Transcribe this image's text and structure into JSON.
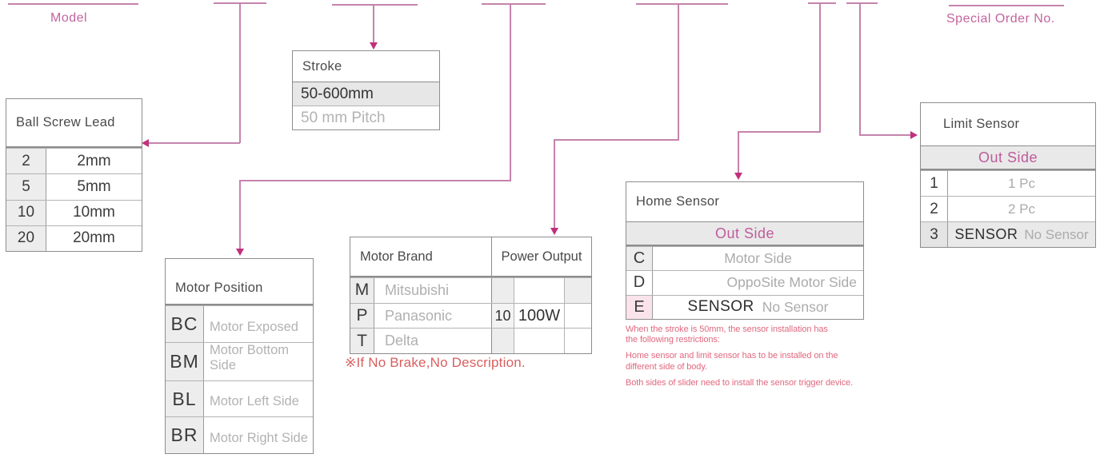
{
  "colors": {
    "accent_pink": "#c4649e",
    "line_pink": "#c583ac",
    "arrow_pink": "#c2307d",
    "note_red": "#d85f5f",
    "note_pink": "#e0687f",
    "shaded_cell": "#ededed",
    "pink_cell": "#fbe3ec"
  },
  "model_label": "Model",
  "special_order_label": "Special Order No.",
  "ball_screw_lead": {
    "title": "Ball Screw Lead",
    "rows": [
      {
        "code": "2",
        "value": "2mm"
      },
      {
        "code": "5",
        "value": "5mm"
      },
      {
        "code": "10",
        "value": "10mm"
      },
      {
        "code": "20",
        "value": "20mm"
      }
    ]
  },
  "stroke": {
    "title": "Stroke",
    "range": "50-600mm",
    "pitch": "50 mm Pitch"
  },
  "motor_position": {
    "title": "Motor Position",
    "rows": [
      {
        "code": "BC",
        "value": "Motor Exposed"
      },
      {
        "code": "BM",
        "value": "Motor Bottom Side"
      },
      {
        "code": "BL",
        "value": "Motor Left Side"
      },
      {
        "code": "BR",
        "value": "Motor Right Side"
      }
    ]
  },
  "motor_brand": {
    "title": "Motor Brand",
    "rows": [
      {
        "code": "M",
        "value": "Mitsubishi"
      },
      {
        "code": "P",
        "value": "Panasonic"
      },
      {
        "code": "T",
        "value": "Delta"
      }
    ]
  },
  "power_output": {
    "title": "Power Output",
    "code": "10",
    "value": "100W"
  },
  "brake_note": "※If No Brake,No Description.",
  "home_sensor": {
    "title": "Home Sensor",
    "subheader": "Out Side",
    "rows": [
      {
        "code": "C",
        "value": "Motor Side"
      },
      {
        "code": "D",
        "value": "OppoSite Motor Side"
      },
      {
        "code": "E",
        "value_bold": "SENSOR",
        "value": "No Sensor"
      }
    ]
  },
  "sensor_notes": [
    "When the stroke is 50mm, the sensor installation has the following restrictions:",
    "Home sensor and limit sensor has to be installed on the different side of body.",
    "Both sides of slider need to install the sensor trigger device."
  ],
  "limit_sensor": {
    "title": "Limit Sensor",
    "subheader": "Out Side",
    "rows": [
      {
        "code": "1",
        "value": "1 Pc"
      },
      {
        "code": "2",
        "value": "2 Pc"
      },
      {
        "code": "3",
        "value_bold": "SENSOR",
        "value": "No Sensor"
      }
    ]
  }
}
